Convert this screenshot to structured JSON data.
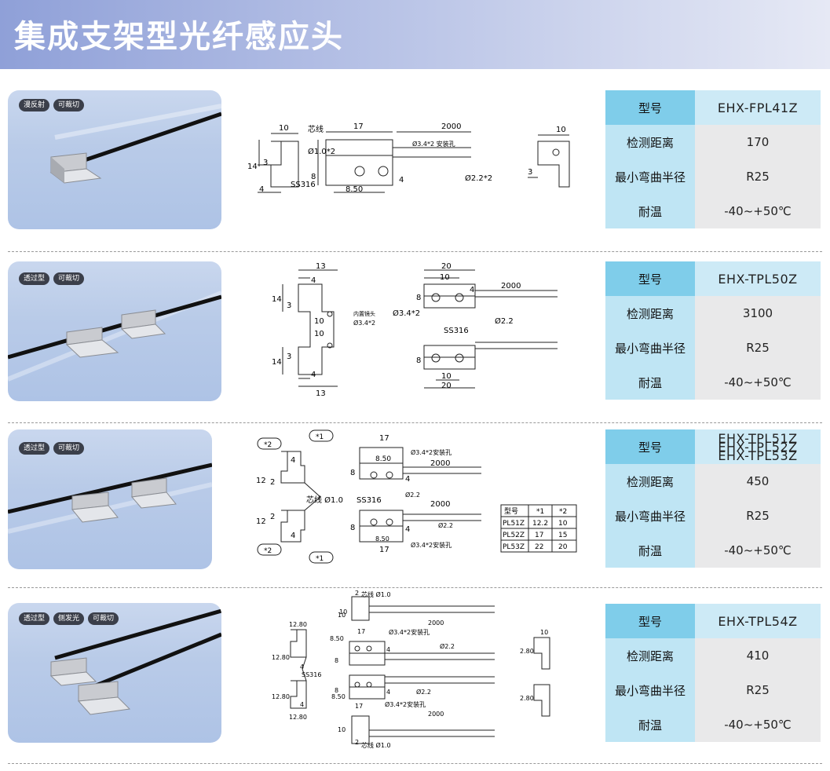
{
  "title": "集成支架型光纤感应头",
  "rows": [
    {
      "tags": [
        "漫反射",
        "可裁切"
      ],
      "model_label": "型号",
      "model": "EHX-FPL41Z",
      "distance_label": "检测距离",
      "distance": "170",
      "bend_label": "最小弯曲半径",
      "bend": "R25",
      "temp_label": "耐温",
      "temp": "-40~+50℃",
      "drawing": {
        "dims": [
          "10",
          "14",
          "3",
          "4",
          "17",
          "2000",
          "8",
          "8.50",
          "4",
          "10",
          "3"
        ],
        "core": "芯线",
        "core_dia": "Ø1.0*2",
        "hole": "Ø3.4*2 安装孔",
        "material": "SS316",
        "fiber": "Ø2.2*2"
      }
    },
    {
      "tags": [
        "透过型",
        "可裁切"
      ],
      "model_label": "型号",
      "model": "EHX-TPL50Z",
      "distance_label": "检测距离",
      "distance": "3100",
      "bend_label": "最小弯曲半径",
      "bend": "R25",
      "temp_label": "耐温",
      "temp": "-40~+50℃",
      "drawing": {
        "dims": [
          "13",
          "4",
          "14",
          "3",
          "10",
          "10",
          "14",
          "3",
          "4",
          "13",
          "20",
          "10",
          "2000",
          "4",
          "8",
          "10",
          "20",
          "8"
        ],
        "inner": "内置镜头",
        "inner_dia": "Ø3.4*2",
        "hole": "Ø3.4*2",
        "material": "SS316",
        "fiber": "Ø2.2"
      }
    },
    {
      "tags": [
        "透过型",
        "可裁切"
      ],
      "model_label": "型号",
      "models": [
        "EHX-TPL51Z",
        "EHX-TPL52Z",
        "EHX-TPL53Z"
      ],
      "distance_label": "检测距离",
      "distance": "450",
      "bend_label": "最小弯曲半径",
      "bend": "R25",
      "temp_label": "耐温",
      "temp": "-40~+50℃",
      "drawing": {
        "star2": "*2",
        "star1": "*1",
        "core": "芯线 Ø1.0",
        "hole": "Ø3.4*2安装孔",
        "material": "SS316",
        "fiber": "Ø2.2",
        "dims": [
          "4",
          "12",
          "2",
          "12",
          "2",
          "4",
          "17",
          "8.50",
          "2000",
          "8",
          "4",
          "2000",
          "8",
          "4",
          "8.50",
          "17"
        ],
        "table_head": [
          "型号",
          "*1",
          "*2"
        ],
        "table": [
          [
            "PL51Z",
            "12.2",
            "10"
          ],
          [
            "PL52Z",
            "17",
            "15"
          ],
          [
            "PL53Z",
            "22",
            "20"
          ]
        ]
      }
    },
    {
      "tags": [
        "透过型",
        "侧发光",
        "可裁切"
      ],
      "model_label": "型号",
      "model": "EHX-TPL54Z",
      "distance_label": "检测距离",
      "distance": "410",
      "bend_label": "最小弯曲半径",
      "bend": "R25",
      "temp_label": "耐温",
      "temp": "-40~+50℃",
      "drawing": {
        "core": "芯线 Ø1.0",
        "hole": "Ø3.4*2安装孔",
        "material": "SS316",
        "fiber": "Ø2.2",
        "dims": [
          "12.80",
          "12.80",
          "4",
          "12.80",
          "4",
          "12.80",
          "2",
          "10",
          "2000",
          "17",
          "8.50",
          "8",
          "4",
          "8",
          "4",
          "8.50",
          "17",
          "2000",
          "10",
          "2",
          "10",
          "2.80",
          "2.80",
          "10"
        ]
      }
    }
  ],
  "colors": {
    "accent": "#7fcdea",
    "label_bg": "#bfe5f4",
    "value_bg": "#e9e9ea",
    "header_from": "#8fa0d8"
  }
}
